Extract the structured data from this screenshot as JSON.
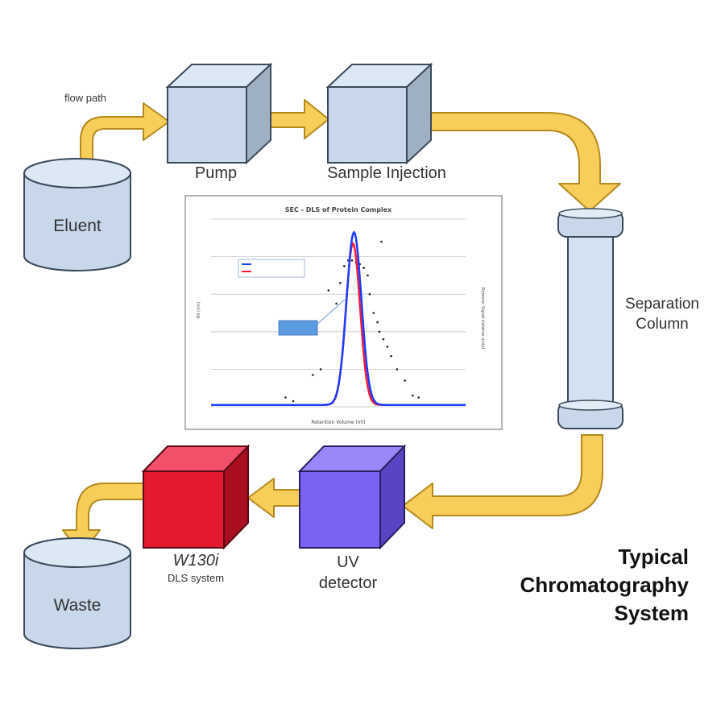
{
  "labels": {
    "flow_path": "flow path",
    "eluent": "Eluent",
    "pump": "Pump",
    "sample_injection": "Sample Injection",
    "separation_line1": "Separation",
    "separation_line2": "Column",
    "uv_line1": "UV",
    "uv_line2": "detector",
    "dls_line1": "W130i",
    "dls_line2": "DLS system",
    "waste": "Waste",
    "title_line1": "Typical",
    "title_line2": "Chromatography",
    "title_line3": "System"
  },
  "colors": {
    "flow_arrow": "#F8CE5A",
    "flow_arrow_outline": "#B48A1E",
    "module_box": "#C8D8EA",
    "column_body": "#D2E2F2",
    "uv_detector": "#7B62F0",
    "dls_system": "#E31A2E",
    "reservoir": "#C8D8EA",
    "chart_series_uv": "#1A3CFF",
    "chart_series_dls": "#FF1A3A"
  },
  "chart_data": {
    "type": "line",
    "title": "SEC - DLS of Protein Complex",
    "xlabel": "Retention Volume (ml)",
    "ylabel": "Rh (nm)",
    "y2label": "Detector Signal (relative units)",
    "annotation": "",
    "legend": [
      "",
      ""
    ],
    "x_range": [
      8,
      21
    ],
    "grid": true,
    "series": [
      {
        "role": "uv",
        "peak_x": 15.3,
        "peak_y": 0.92,
        "sigma": 0.38
      },
      {
        "role": "dls",
        "peak_x": 15.25,
        "peak_y": 0.86,
        "sigma": 0.36
      }
    ],
    "scatter": [
      [
        13.2,
        0.17
      ],
      [
        13.6,
        0.2
      ],
      [
        14.0,
        0.62
      ],
      [
        14.4,
        0.55
      ],
      [
        14.6,
        0.66
      ],
      [
        14.8,
        0.75
      ],
      [
        15.0,
        0.78
      ],
      [
        15.2,
        0.78
      ],
      [
        15.4,
        0.77
      ],
      [
        15.6,
        0.76
      ],
      [
        15.8,
        0.74
      ],
      [
        16.0,
        0.7
      ],
      [
        16.1,
        0.6
      ],
      [
        16.3,
        0.5
      ],
      [
        16.5,
        0.45
      ],
      [
        16.6,
        0.4
      ],
      [
        16.8,
        0.36
      ],
      [
        17.0,
        0.32
      ],
      [
        17.2,
        0.27
      ],
      [
        17.5,
        0.2
      ],
      [
        17.9,
        0.14
      ],
      [
        18.3,
        0.06
      ],
      [
        18.6,
        0.05
      ],
      [
        16.7,
        0.88
      ],
      [
        12.2,
        0.03
      ],
      [
        11.8,
        0.05
      ]
    ]
  }
}
